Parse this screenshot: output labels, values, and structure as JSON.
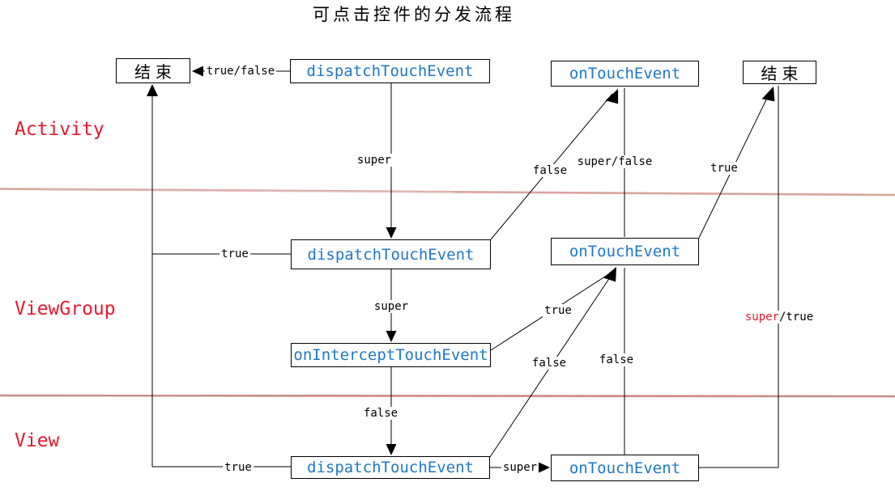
{
  "title": "可点击控件的分发流程",
  "colors": {
    "method_blue": "#1e78c8",
    "label_red": "#e8192c",
    "divider_top": "#d49a93",
    "divider_bottom": "#c9857d",
    "line_black": "#000000",
    "box_border": "#000000",
    "background": "#ffffff"
  },
  "layers": {
    "activity": "Activity",
    "viewgroup": "ViewGroup",
    "view": "View"
  },
  "nodes": {
    "end_activity": "结束",
    "dispatch_activity": "dispatchTouchEvent",
    "ontouch_activity": "onTouchEvent",
    "end_right": "结束",
    "dispatch_viewgroup": "dispatchTouchEvent",
    "ontouch_viewgroup": "onTouchEvent",
    "intercept_viewgroup": "onInterceptTouchEvent",
    "dispatch_view": "dispatchTouchEvent",
    "ontouch_view": "onTouchEvent"
  },
  "edge_labels": {
    "activity_dispatch_to_end": "true/false",
    "activity_dispatch_super": "super",
    "viewgroup_dispatch_true": "true",
    "viewgroup_dispatch_super": "super",
    "viewgroup_dispatch_false": "false",
    "intercept_false": "false",
    "intercept_true": "true",
    "view_dispatch_true": "true",
    "view_dispatch_super": "super",
    "view_dispatch_false": "false",
    "view_ontouch_false": "false",
    "viewgroup_ontouch_super_false": "super/false",
    "viewgroup_ontouch_true": "true",
    "view_ontouch_super": "super",
    "view_ontouch_true_suffix": "/true"
  }
}
